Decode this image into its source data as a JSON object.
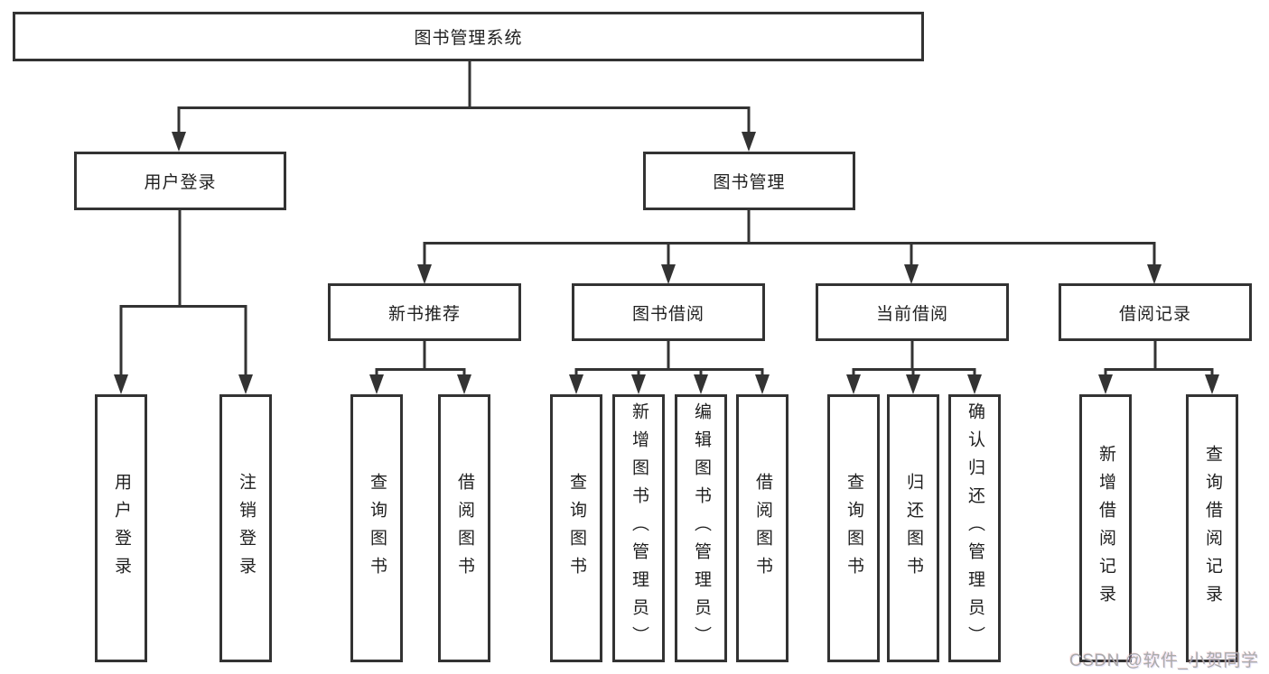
{
  "diagram": {
    "root": {
      "label": "图书管理系统"
    },
    "level2": [
      {
        "label": "用户登录"
      },
      {
        "label": "图书管理"
      }
    ],
    "level3": [
      {
        "label": "新书推荐"
      },
      {
        "label": "图书借阅"
      },
      {
        "label": "当前借阅"
      },
      {
        "label": "借阅记录"
      }
    ],
    "leaves": [
      {
        "label": "用户登录"
      },
      {
        "label": "注销登录"
      },
      {
        "label": "查询图书"
      },
      {
        "label": "借阅图书"
      },
      {
        "label": "查询图书"
      },
      {
        "label": "新增图书（管理员）"
      },
      {
        "label": "编辑图书（管理员）"
      },
      {
        "label": "借阅图书"
      },
      {
        "label": "查询图书"
      },
      {
        "label": "归还图书"
      },
      {
        "label": "确认归还（管理员）"
      },
      {
        "label": "新增借阅记录"
      },
      {
        "label": "查询借阅记录"
      }
    ]
  },
  "watermark": {
    "text": "CSDN @软件_小贺同学"
  },
  "colors": {
    "line": "#333333",
    "border": "#333333",
    "text": "#1f1f1f",
    "background": "#ffffff",
    "watermark": "#aaaaaa"
  }
}
